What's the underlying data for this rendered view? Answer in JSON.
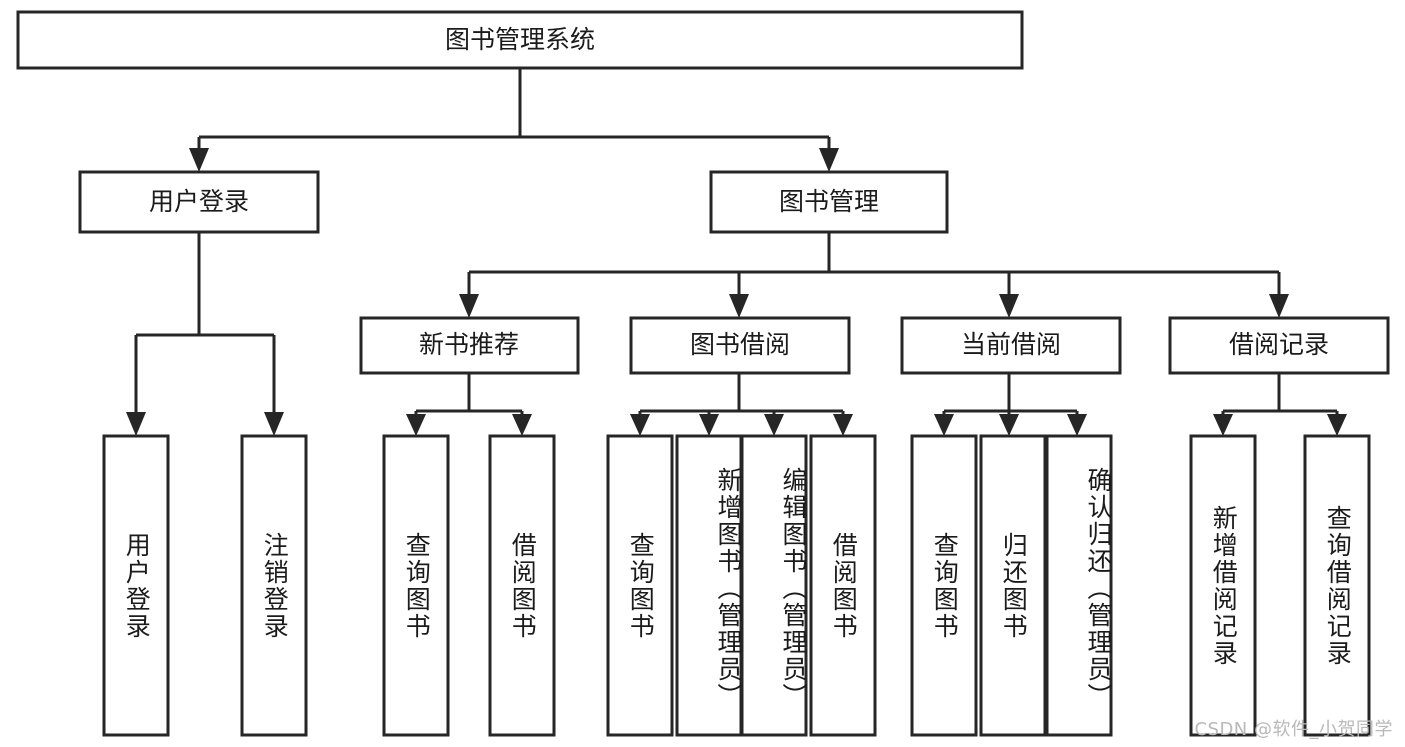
{
  "diagram": {
    "title": "图书管理系统",
    "type": "hierarchy-tree",
    "watermark": "CSDN @软件_小贺同学",
    "colors": {
      "box_stroke": "#262626",
      "box_fill": "#ffffff",
      "text": "#1b1b1b",
      "connector": "#262626",
      "watermark": "#b9b9b9",
      "background": "#ffffff"
    },
    "root": {
      "label": "图书管理系统"
    },
    "level2": [
      {
        "id": "user-login",
        "label": "用户登录"
      },
      {
        "id": "book-manage",
        "label": "图书管理"
      }
    ],
    "level3": [
      {
        "id": "new-book-rec",
        "label": "新书推荐"
      },
      {
        "id": "book-borrow",
        "label": "图书借阅"
      },
      {
        "id": "current-borrow",
        "label": "当前借阅"
      },
      {
        "id": "borrow-record",
        "label": "借阅记录"
      }
    ],
    "leaves": {
      "user_login": [
        {
          "id": "leaf-user-login",
          "label": "用户登录"
        },
        {
          "id": "leaf-logout",
          "label": "注销登录"
        }
      ],
      "new_book_rec": [
        {
          "id": "leaf-query-book-1",
          "label": "查询图书"
        },
        {
          "id": "leaf-borrow-book-1",
          "label": "借阅图书"
        }
      ],
      "book_borrow": [
        {
          "id": "leaf-query-book-2",
          "label": "查询图书"
        },
        {
          "id": "leaf-add-book",
          "label": "新增图书（管理员）"
        },
        {
          "id": "leaf-edit-book",
          "label": "编辑图书（管理员）"
        },
        {
          "id": "leaf-borrow-book-2",
          "label": "借阅图书"
        }
      ],
      "current_borrow": [
        {
          "id": "leaf-query-book-3",
          "label": "查询图书"
        },
        {
          "id": "leaf-return-book",
          "label": "归还图书"
        },
        {
          "id": "leaf-confirm-return",
          "label": "确认归还（管理员）"
        }
      ],
      "borrow_record": [
        {
          "id": "leaf-add-record",
          "label": "新增借阅记录"
        },
        {
          "id": "leaf-query-record",
          "label": "查询借阅记录"
        }
      ]
    }
  }
}
